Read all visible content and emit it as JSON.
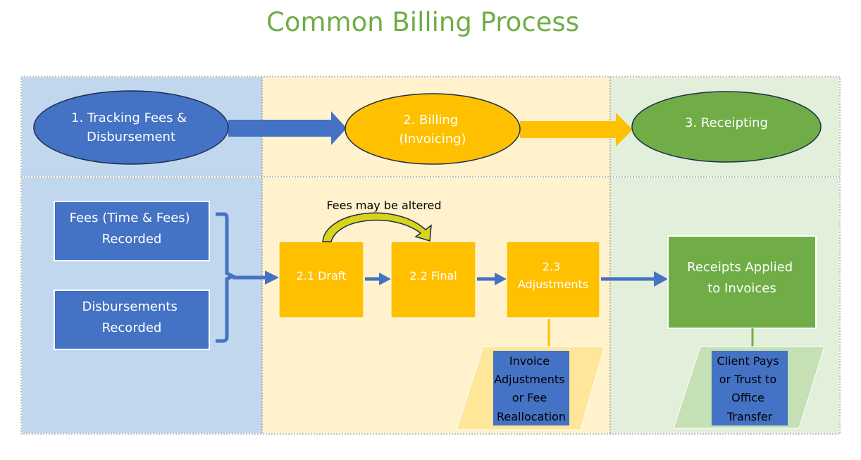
{
  "title": "Common Billing Process",
  "phases": {
    "tracking": [
      "1. Tracking Fees &",
      "Disbursement"
    ],
    "billing": [
      "2. Billing",
      "(Invoicing)"
    ],
    "receipting": [
      "3. Receipting"
    ]
  },
  "inputs": {
    "fees": [
      "Fees (Time & Fees)",
      "Recorded"
    ],
    "disbursements": [
      "Disbursements",
      "Recorded"
    ]
  },
  "steps": {
    "draft": [
      "2.1 Draft"
    ],
    "final": [
      "2.2 Final"
    ],
    "adjustments": [
      "2.3",
      "Adjustments"
    ],
    "loop_label": "Fees may be altered"
  },
  "receipts_applied": [
    "Receipts Applied",
    "to Invoices"
  ],
  "notes": {
    "invoice_adjustments": [
      "Invoice",
      "Adjustments",
      "or Fee",
      "Reallocation"
    ],
    "client_pays": [
      "Client Pays",
      "or Trust to",
      "Office",
      "Transfer"
    ]
  },
  "colors": {
    "blue": "#4472c4",
    "gold": "#ffc000",
    "green": "#70ad47",
    "lane_blue": "#c0d7ee",
    "lane_yellow": "#fff2cc",
    "lane_green": "#e2efda"
  }
}
